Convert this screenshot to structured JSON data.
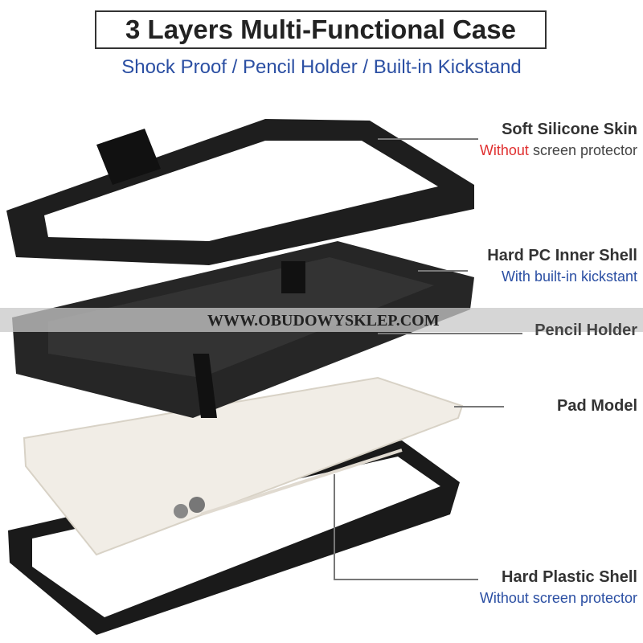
{
  "header": {
    "title": "3 Layers Multi-Functional Case",
    "subtitle": "Shock Proof / Pencil Holder / Built-in Kickstand"
  },
  "layers": [
    {
      "title": "Soft Silicone Skin",
      "sub_highlight": "Without",
      "sub_rest": " screen protector",
      "highlight_color": "#e03030"
    },
    {
      "title": "Hard PC Inner Shell",
      "sub": "With built-in kickstant"
    },
    {
      "title": "Pencil Holder"
    },
    {
      "title": "Pad Model"
    },
    {
      "title": "Hard Plastic Shell",
      "sub": "Without screen protector"
    }
  ],
  "watermark": "WWW.OBUDOWYSKLEP.COM",
  "colors": {
    "accent_blue": "#2b4fa3",
    "accent_red": "#e03030",
    "case_black": "#1e1e1e"
  }
}
